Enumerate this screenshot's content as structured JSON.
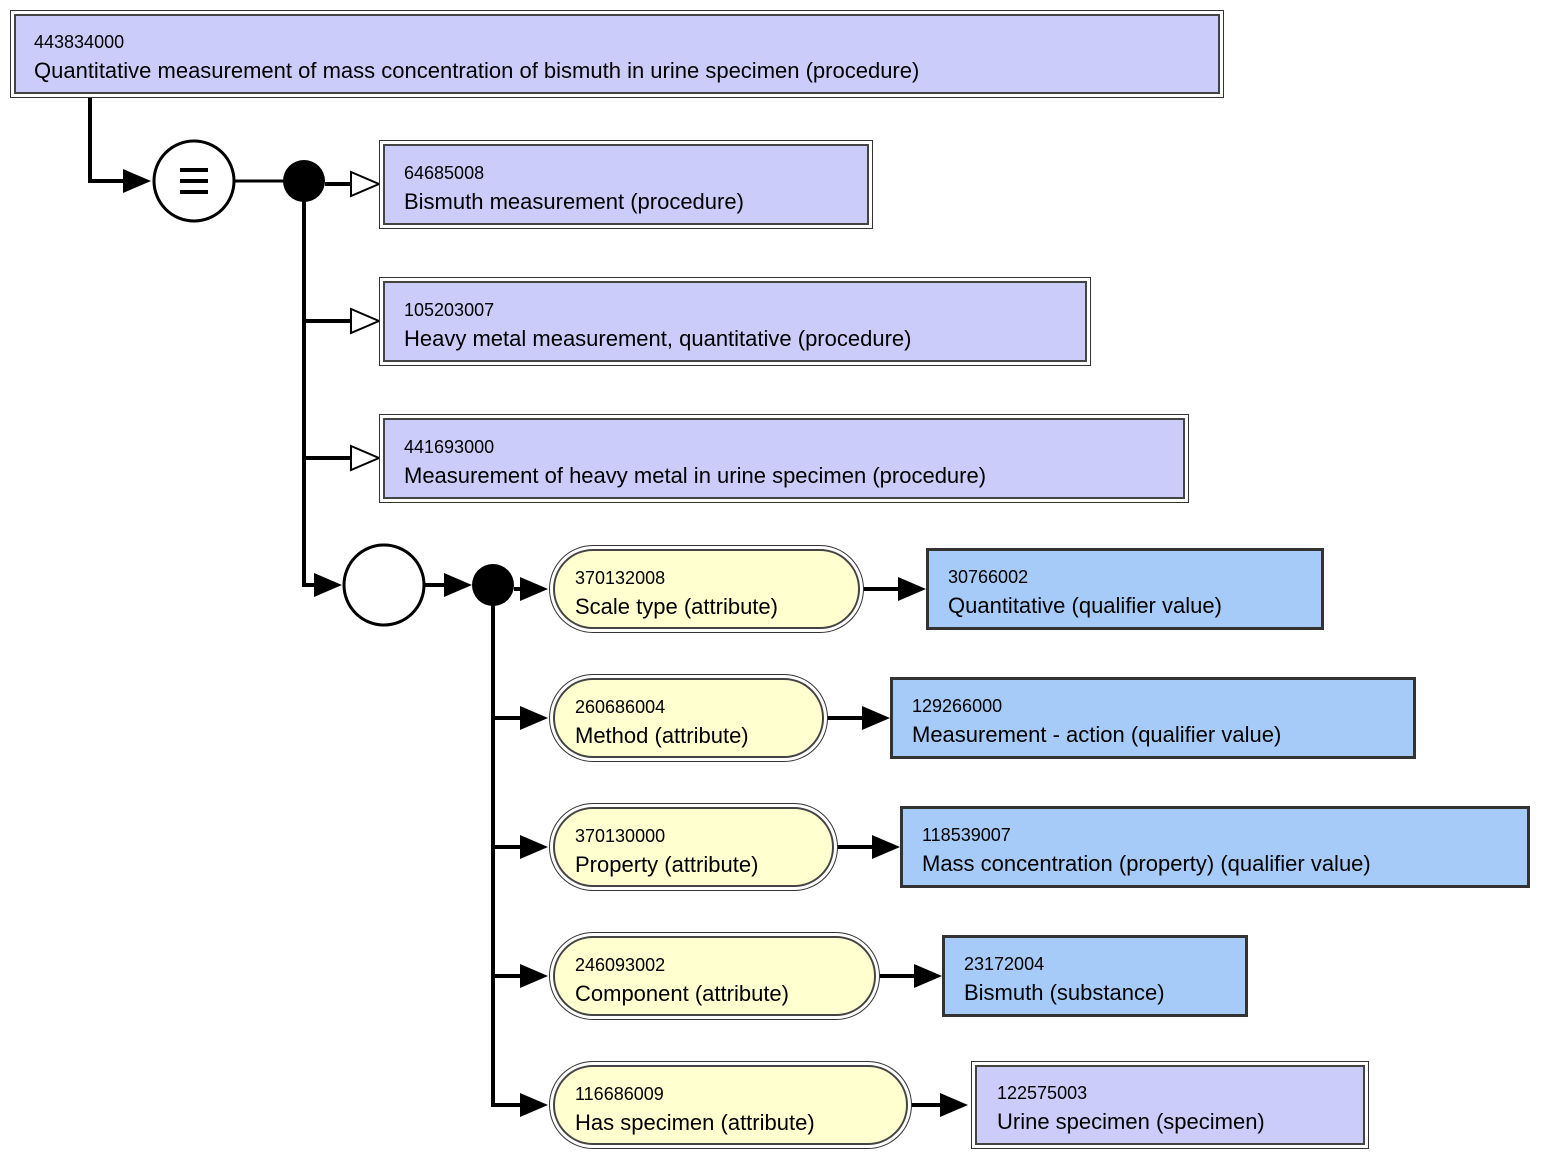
{
  "colors": {
    "defined_concept_fill": "#ccccfa",
    "primitive_concept_fill": "#a6cbf9",
    "attribute_fill": "#ffffd0",
    "line": "#000000"
  },
  "focus_concept": {
    "code": "443834000",
    "term": "Quantitative measurement of mass concentration of bismuth in urine specimen (procedure)",
    "type": "defined"
  },
  "definition_status_icon": "equivalent-icon",
  "parents": [
    {
      "code": "64685008",
      "term": "Bismuth measurement (procedure)",
      "type": "defined"
    },
    {
      "code": "105203007",
      "term": "Heavy metal measurement, quantitative (procedure)",
      "type": "defined"
    },
    {
      "code": "441693000",
      "term": "Measurement of heavy metal in urine specimen (procedure)",
      "type": "defined"
    }
  ],
  "attribute_group_icon": "attribute-group-icon",
  "attributes": [
    {
      "attribute": {
        "code": "370132008",
        "term": "Scale type (attribute)"
      },
      "value": {
        "code": "30766002",
        "term": "Quantitative (qualifier value)",
        "type": "primitive"
      }
    },
    {
      "attribute": {
        "code": "260686004",
        "term": "Method (attribute)"
      },
      "value": {
        "code": "129266000",
        "term": "Measurement - action (qualifier value)",
        "type": "primitive"
      }
    },
    {
      "attribute": {
        "code": "370130000",
        "term": "Property (attribute)"
      },
      "value": {
        "code": "118539007",
        "term": "Mass concentration (property) (qualifier value)",
        "type": "primitive"
      }
    },
    {
      "attribute": {
        "code": "246093002",
        "term": "Component (attribute)"
      },
      "value": {
        "code": "23172004",
        "term": "Bismuth (substance)",
        "type": "primitive"
      }
    },
    {
      "attribute": {
        "code": "116686009",
        "term": "Has specimen (attribute)"
      },
      "value": {
        "code": "122575003",
        "term": "Urine specimen (specimen)",
        "type": "defined"
      }
    }
  ]
}
